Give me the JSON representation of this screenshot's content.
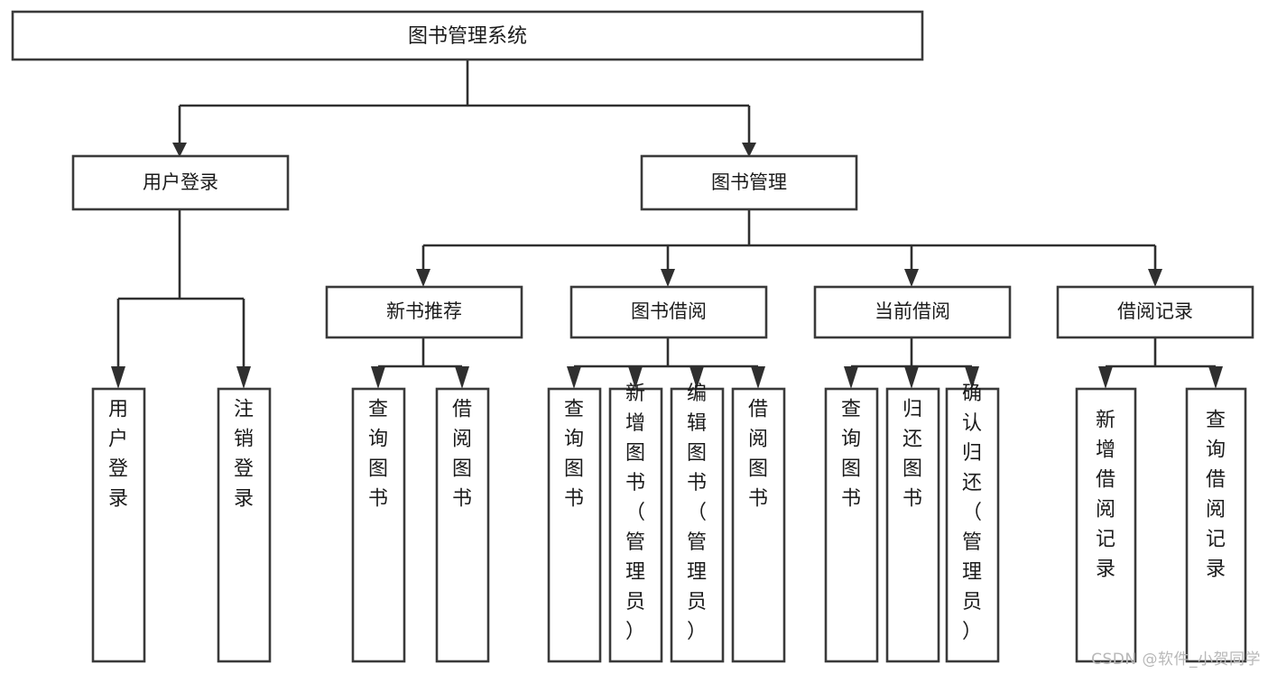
{
  "diagram": {
    "title": "图书管理系统",
    "type": "tree-hierarchy-chart",
    "colors": {
      "box_stroke": "#3a3a3a",
      "connector": "#2f2f2f",
      "background": "#ffffff",
      "text": "#1b1b1b",
      "watermark": "#b8b8b8"
    },
    "root": {
      "label": "图书管理系统"
    },
    "level1": [
      {
        "label": "用户登录"
      },
      {
        "label": "图书管理"
      }
    ],
    "level2": [
      {
        "label": "新书推荐"
      },
      {
        "label": "图书借阅"
      },
      {
        "label": "当前借阅"
      },
      {
        "label": "借阅记录"
      }
    ],
    "leaves": {
      "user_login": [
        {
          "label": "用户登录"
        },
        {
          "label": "注销登录"
        }
      ],
      "new_book_recommend": [
        {
          "label": "查询图书"
        },
        {
          "label": "借阅图书"
        }
      ],
      "book_borrow": [
        {
          "label": "查询图书"
        },
        {
          "label": "新增图书（管理员）"
        },
        {
          "label": "编辑图书（管理员）"
        },
        {
          "label": "借阅图书"
        }
      ],
      "current_borrow": [
        {
          "label": "查询图书"
        },
        {
          "label": "归还图书"
        },
        {
          "label": "确认归还（管理员）"
        }
      ],
      "borrow_record": [
        {
          "label": "新增借阅记录"
        },
        {
          "label": "查询借阅记录"
        }
      ]
    }
  },
  "watermark": {
    "text": "CSDN @软件_小贺同学"
  }
}
